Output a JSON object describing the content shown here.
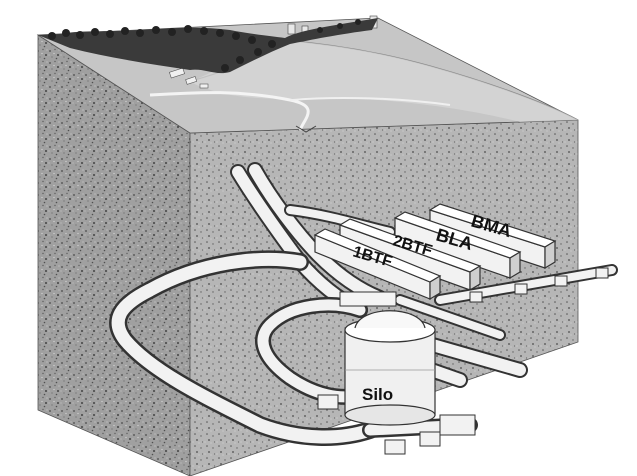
{
  "labels": {
    "bma": "BMA",
    "bla": "BLA",
    "btf2": "2BTF",
    "btf1": "1BTF",
    "silo": "Silo"
  },
  "colors": {
    "ground": "#c4c4c4",
    "rock_front": "#9b9b9b",
    "rock_side": "#b3b3b3",
    "tunnel": "#f2f2f2",
    "tunnel_edge": "#3a3a3a",
    "trees": "#2e2e2e"
  }
}
